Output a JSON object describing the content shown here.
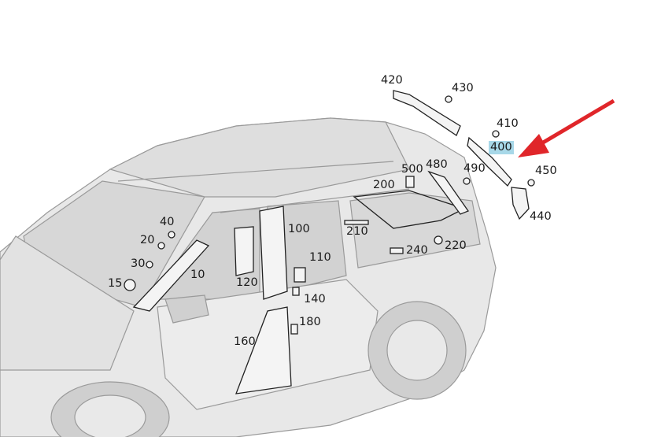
{
  "colors": {
    "highlight": "#a8d8e8",
    "arrow": "#e0262a",
    "body": "#e6e6e6",
    "line": "#9a9a9a",
    "part": "#222222"
  },
  "highlighted_part": "400",
  "labels": {
    "p420": "420",
    "p430": "430",
    "p410": "410",
    "p400": "400",
    "p450": "450",
    "p440": "440",
    "p500": "500",
    "p480": "480",
    "p490": "490",
    "p200": "200",
    "p210": "210",
    "p40": "40",
    "p20": "20",
    "p30": "30",
    "p15": "15",
    "p10": "10",
    "p100": "100",
    "p110": "110",
    "p120": "120",
    "p140": "140",
    "p180": "180",
    "p160": "160",
    "p240": "240",
    "p220": "220"
  }
}
